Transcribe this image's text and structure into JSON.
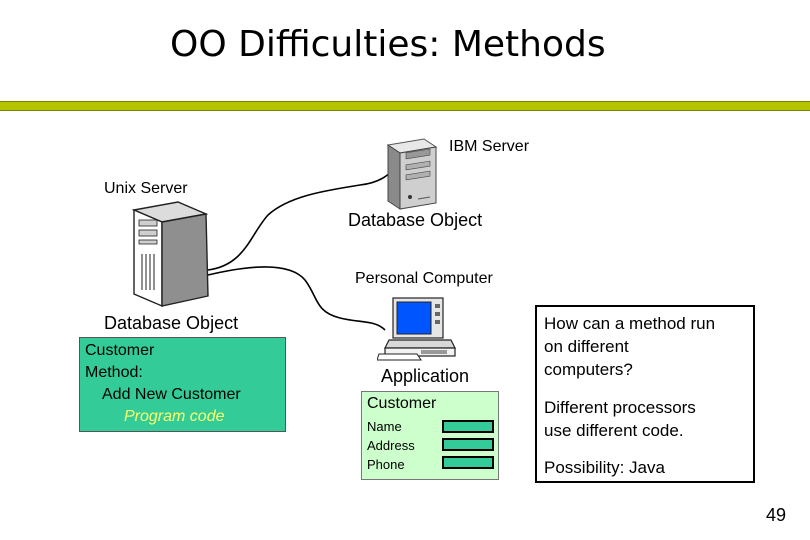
{
  "title": "OO Difficulties: Methods",
  "labels": {
    "ibm_server": "IBM Server",
    "unix_server": "Unix Server",
    "database_object_top": "Database Object",
    "personal_computer": "Personal Computer",
    "database_object_left": "Database Object",
    "application": "Application"
  },
  "db_box": {
    "line1": "Customer",
    "line2": "Method:",
    "line3": "Add New Customer",
    "line4": "Program code"
  },
  "app_box": {
    "heading": "Customer",
    "fields": [
      "Name",
      "Address",
      "Phone"
    ]
  },
  "question_box": {
    "line1": "How can a method run",
    "line2": "on different",
    "line3": "computers?",
    "line4": "Different processors",
    "line5": "use different code.",
    "line6": "Possibility: Java"
  },
  "page_number": "49",
  "colors": {
    "title_rule": "#b5c400",
    "db_box_fill": "#33cc99",
    "program_code_text": "#ffff66",
    "app_box_fill": "#ccffcc",
    "screen_blue": "#0055ff"
  },
  "icons": [
    "ibm-server-icon",
    "unix-server-icon",
    "personal-computer-icon"
  ]
}
